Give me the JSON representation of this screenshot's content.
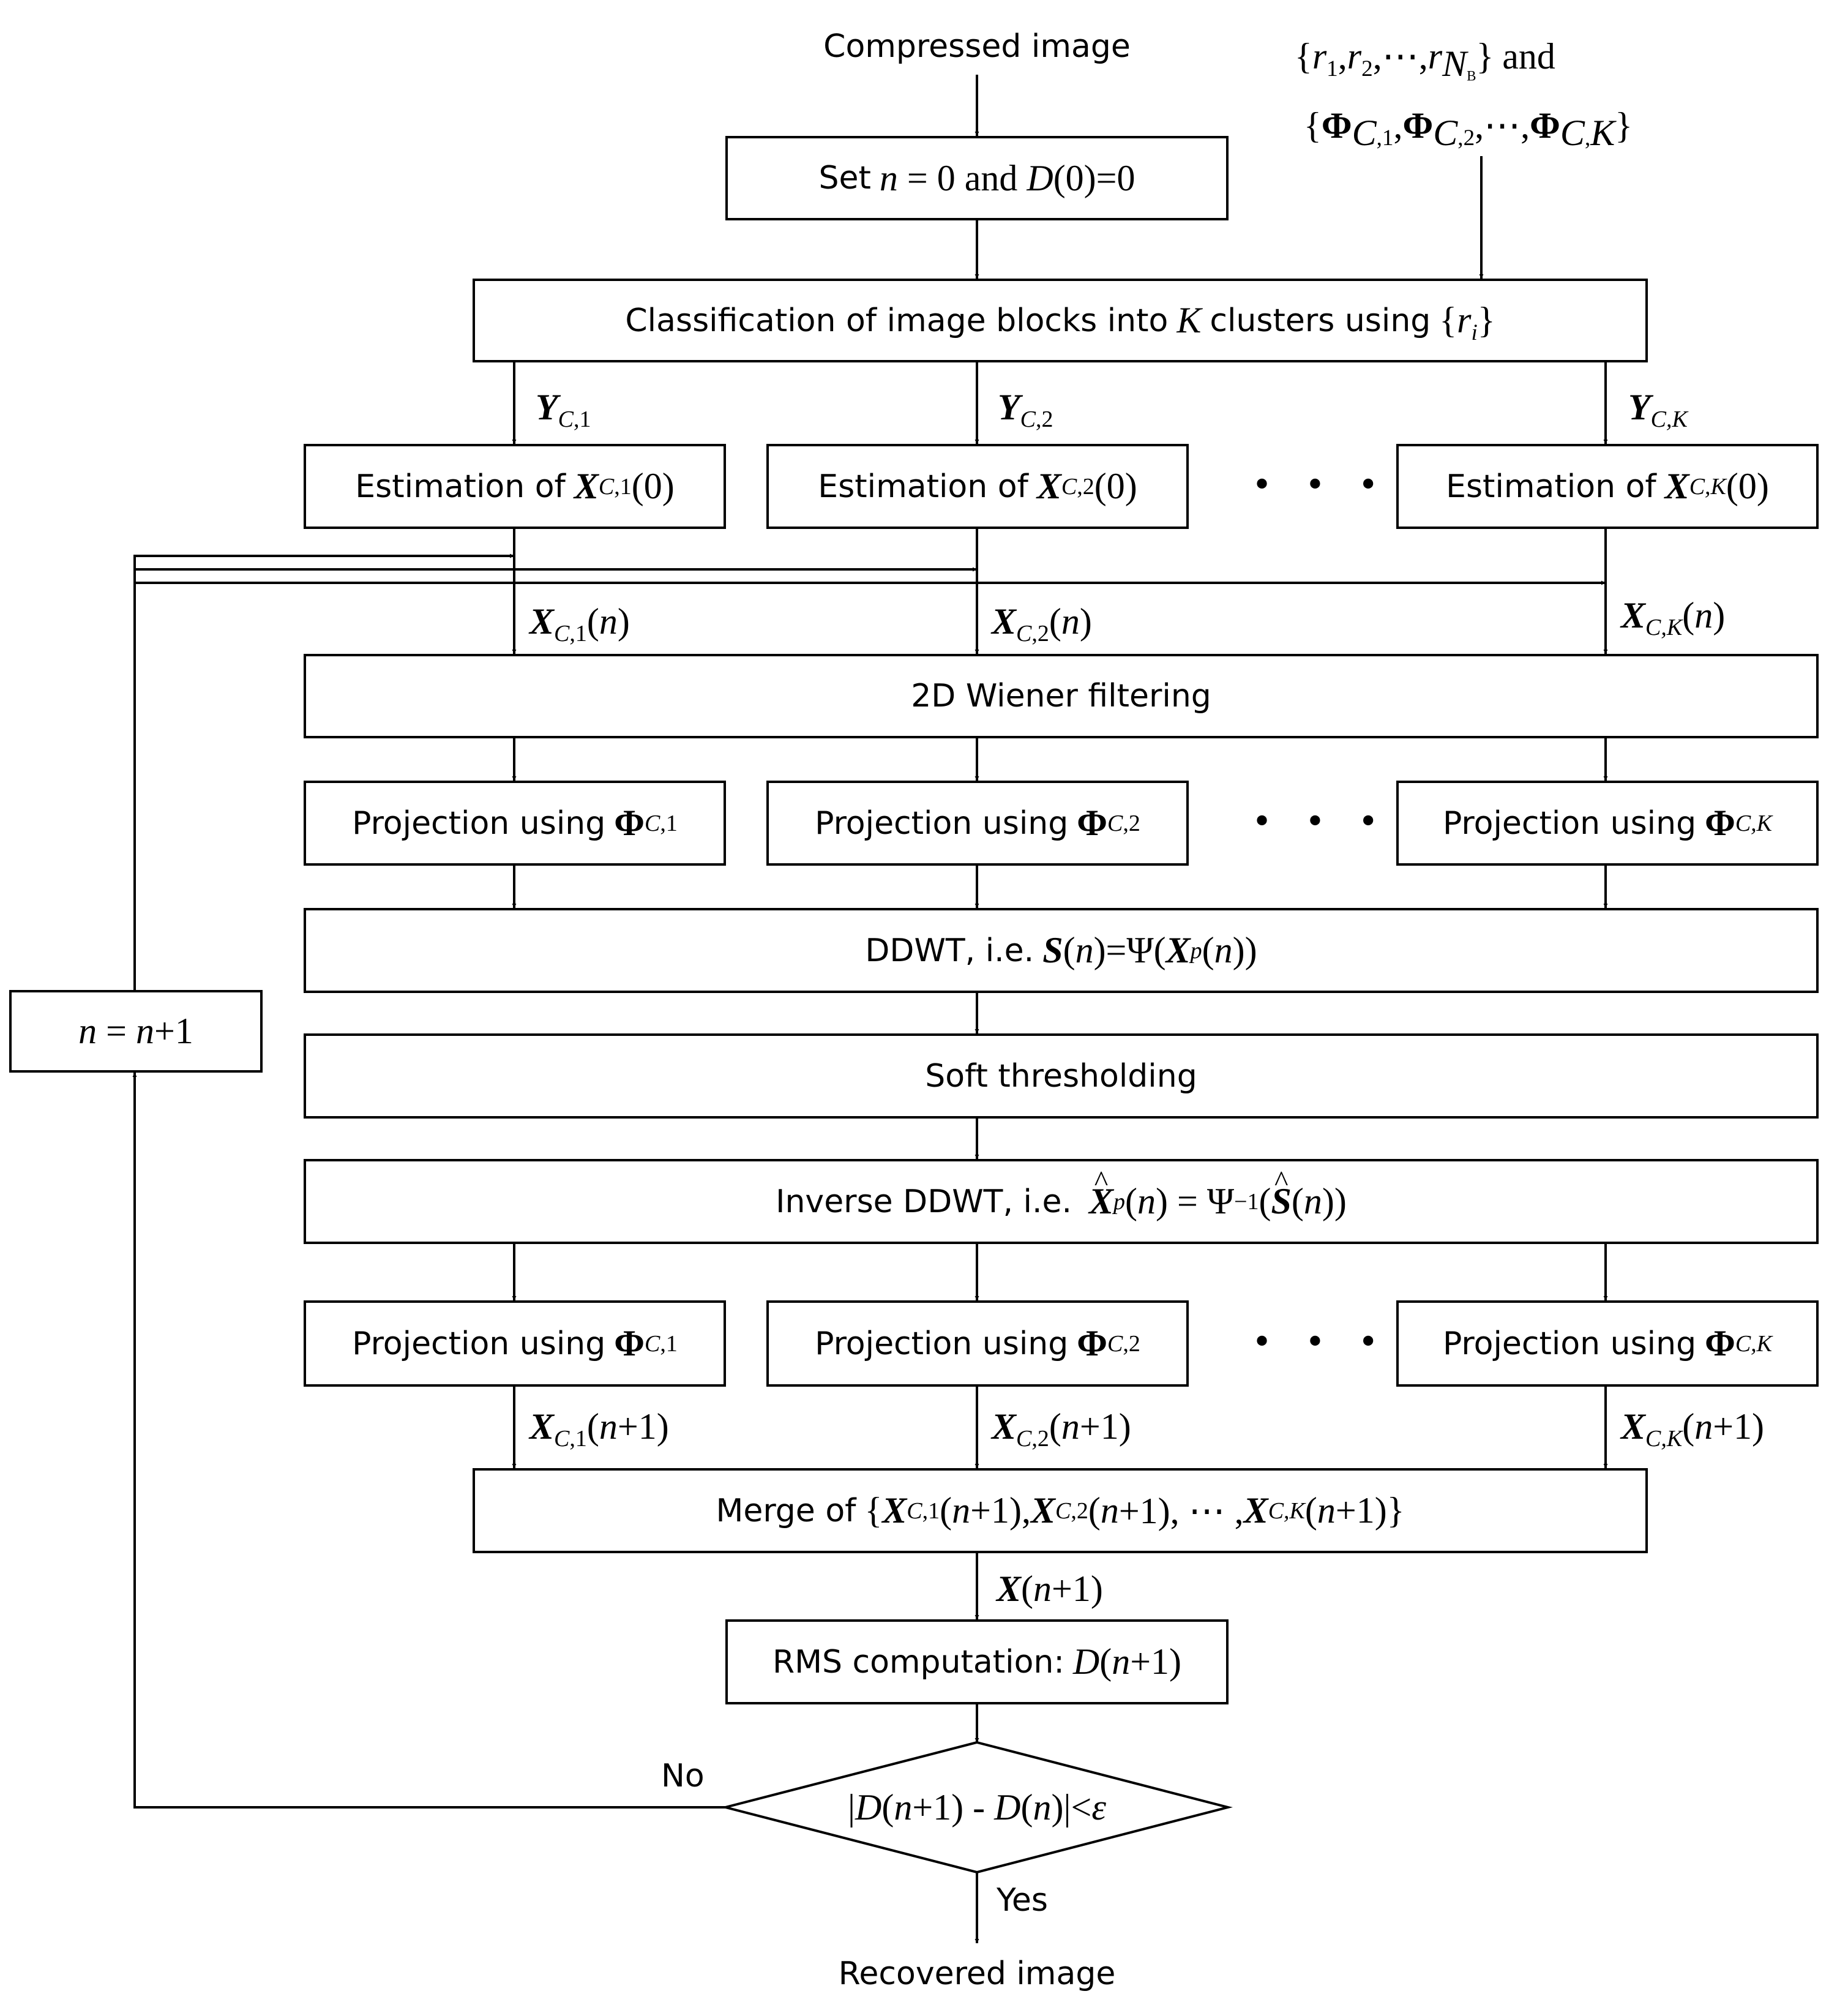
{
  "start_label": "Compressed image",
  "inputs_label_r_open": "{r",
  "inputs_label_and": "and",
  "end_label": "Recovered image",
  "boxes": {
    "set": "Set",
    "classification_text": "Classification of image blocks into",
    "classification_clusters": "clusters using",
    "estimation": "Estimation of",
    "wiener": "2D Wiener filtering",
    "projection": "Projection using",
    "ddwt": "DDWT, i.e.",
    "soft": "Soft thresholding",
    "inverse_ddwt": "Inverse DDWT, i.e.",
    "merge": "Merge of",
    "rms": "RMS computation:",
    "update": "n = n+1"
  },
  "decision": {
    "no_label": "No",
    "yes_label": "Yes"
  },
  "ellipsis": "• • •"
}
